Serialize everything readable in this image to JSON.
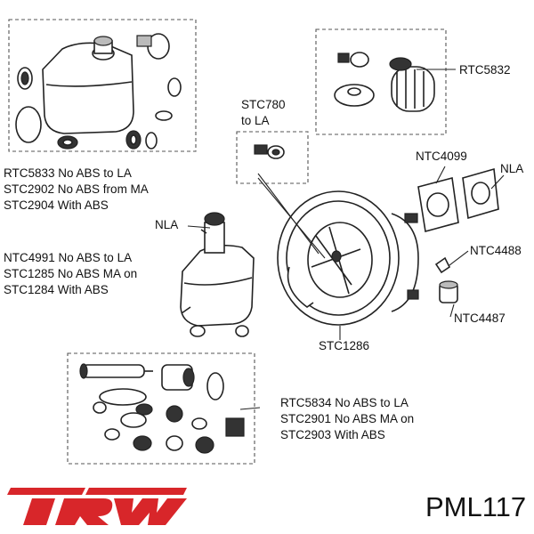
{
  "brand": {
    "logo_text": "TRW",
    "logo_color": "#d8262a"
  },
  "part_number": "PML117",
  "callouts": {
    "rtc5832": "RTC5832",
    "stc780": [
      "STC780",
      "to LA"
    ],
    "ntc4099": "NTC4099",
    "nla_top": "NLA",
    "nla_left": "NLA",
    "ntc4488": "NTC4488",
    "ntc4487": "NTC4487",
    "stc1286": "STC1286",
    "kit_reservoir_top": [
      "RTC5833 No ABS to LA",
      "STC2902 No ABS from MA",
      "STC2904 With ABS"
    ],
    "kit_reservoir_mid": [
      "NTC4991 No ABS to LA",
      "STC1285 No ABS MA on",
      "STC1284 With ABS"
    ],
    "kit_seals": [
      "RTC5834 No ABS to LA",
      "STC2901 No ABS MA on",
      "STC2903 With ABS"
    ]
  },
  "colors": {
    "leader_highlight": "#e03030",
    "line": "#222222",
    "dash": "#555555"
  }
}
